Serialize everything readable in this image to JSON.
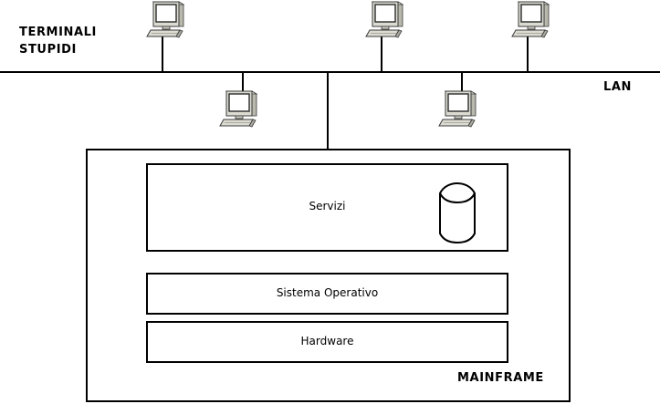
{
  "labels": {
    "terminals_line1": "TERMINALI",
    "terminals_line2": "STUPIDI",
    "lan": "LAN",
    "mainframe": "MAINFRAME"
  },
  "layers": {
    "services": "Servizi",
    "os": "Sistema Operativo",
    "hardware": "Hardware"
  },
  "terminal_count": 5,
  "icons": {
    "terminal": "computer-terminal-icon",
    "database": "database-cylinder-icon"
  }
}
